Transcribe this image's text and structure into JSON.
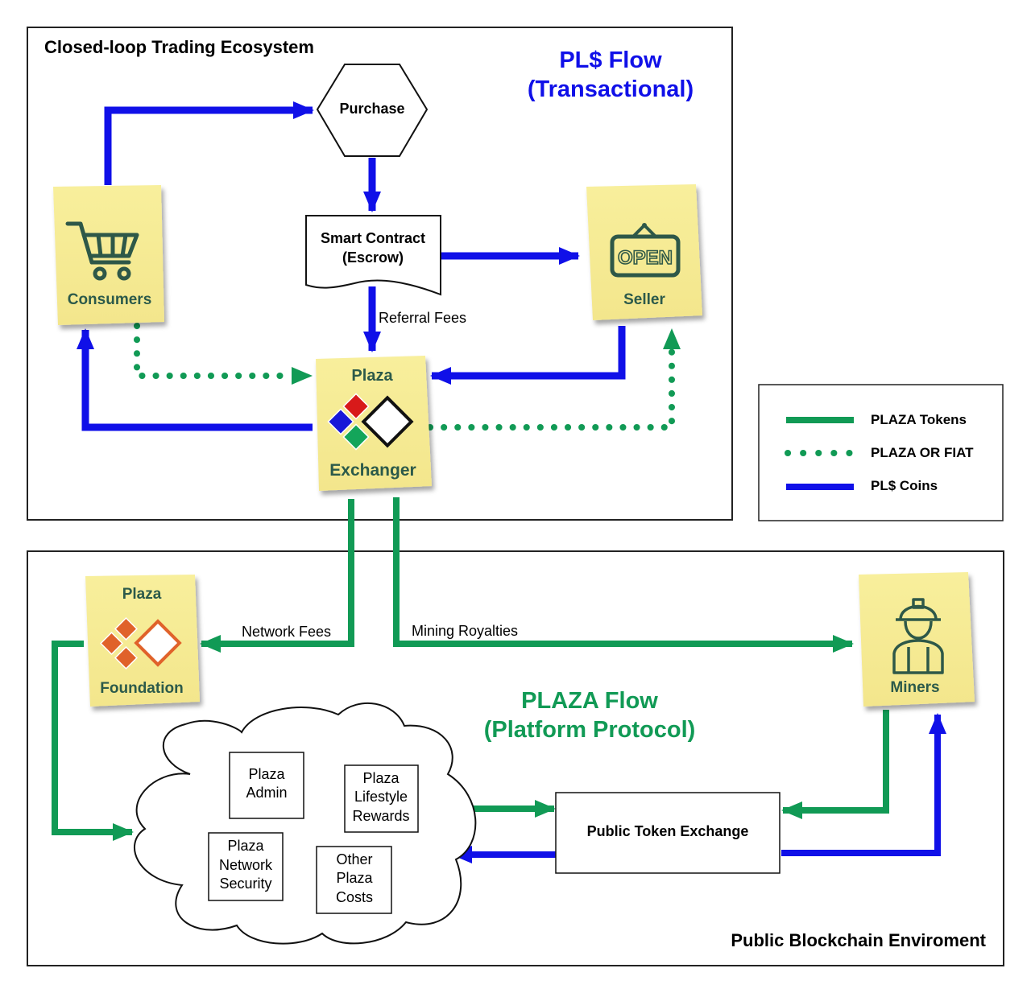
{
  "closed_loop": {
    "title": "Closed-loop Trading Ecosystem",
    "flow_title_line1": "PL$ Flow",
    "flow_title_line2": "(Transactional)"
  },
  "nodes": {
    "purchase": "Purchase",
    "smart_contract_line1": "Smart Contract",
    "smart_contract_line2": "(Escrow)",
    "consumers": "Consumers",
    "seller": "Seller",
    "open_sign": "OPEN",
    "exchanger_top": "Plaza",
    "exchanger_bottom": "Exchanger",
    "foundation_top": "Plaza",
    "foundation_bottom": "Foundation",
    "miners": "Miners",
    "public_token_exchange": "Public Token Exchange"
  },
  "edge_labels": {
    "referral_fees": "Referral Fees",
    "network_fees": "Network Fees",
    "mining_royalties": "Mining Royalties"
  },
  "cloud_boxes": {
    "admin_line1": "Plaza",
    "admin_line2": "Admin",
    "lifestyle_line1": "Plaza",
    "lifestyle_line2": "Lifestyle",
    "lifestyle_line3": "Rewards",
    "security_line1": "Plaza",
    "security_line2": "Network",
    "security_line3": "Security",
    "other_line1": "Other",
    "other_line2": "Plaza",
    "other_line3": "Costs"
  },
  "public_env": {
    "flow_title_line1": "PLAZA Flow",
    "flow_title_line2": "(Platform Protocol)",
    "footer": "Public Blockchain Enviroment"
  },
  "legend": {
    "items": [
      {
        "label": "PLAZA Tokens",
        "style": "solid",
        "color": "#119a55"
      },
      {
        "label": "PLAZA OR FIAT",
        "style": "dotted",
        "color": "#119a55"
      },
      {
        "label": "PL$ Coins",
        "style": "solid",
        "color": "#1010e8"
      }
    ]
  },
  "colors": {
    "blue": "#1010e8",
    "green": "#119a55",
    "note": "#f6ec9a",
    "note_text": "#2c5a4a",
    "orange": "#e0622a"
  }
}
